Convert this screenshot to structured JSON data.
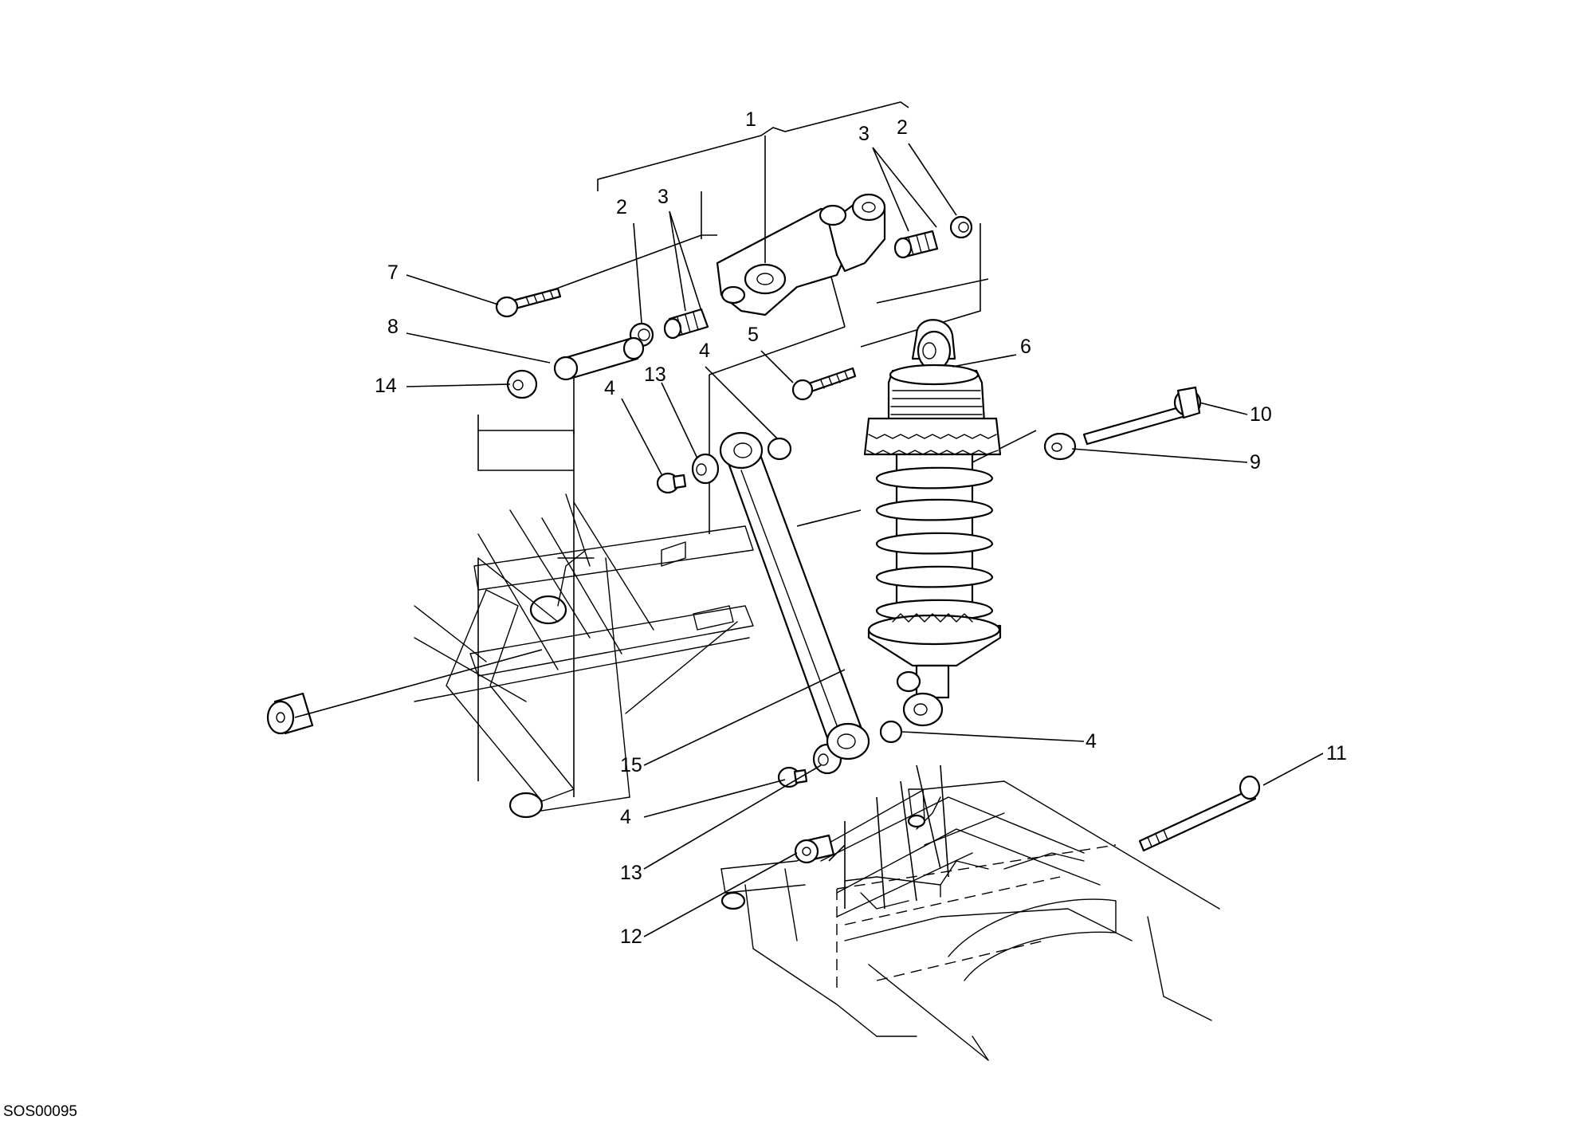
{
  "drawing_code": "SOS00095",
  "callouts": [
    {
      "id": "c1",
      "label": "1"
    },
    {
      "id": "c2a",
      "label": "2"
    },
    {
      "id": "c2b",
      "label": "2"
    },
    {
      "id": "c3a",
      "label": "3"
    },
    {
      "id": "c3b",
      "label": "3"
    },
    {
      "id": "c4a",
      "label": "4"
    },
    {
      "id": "c4b",
      "label": "4"
    },
    {
      "id": "c4c",
      "label": "4"
    },
    {
      "id": "c4d",
      "label": "4"
    },
    {
      "id": "c5",
      "label": "5"
    },
    {
      "id": "c6",
      "label": "6"
    },
    {
      "id": "c7",
      "label": "7"
    },
    {
      "id": "c8",
      "label": "8"
    },
    {
      "id": "c9",
      "label": "9"
    },
    {
      "id": "c10",
      "label": "10"
    },
    {
      "id": "c11",
      "label": "11"
    },
    {
      "id": "c12",
      "label": "12"
    },
    {
      "id": "c13a",
      "label": "13"
    },
    {
      "id": "c13b",
      "label": "13"
    },
    {
      "id": "c14",
      "label": "14"
    },
    {
      "id": "c15",
      "label": "15"
    }
  ]
}
